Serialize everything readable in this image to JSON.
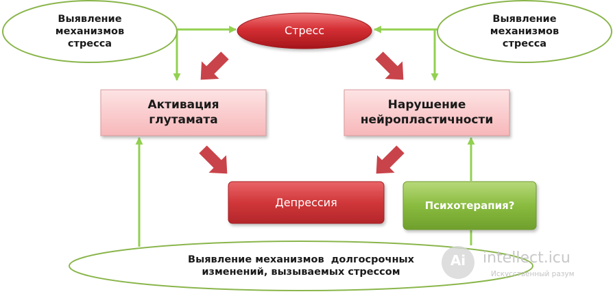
{
  "nodes": {
    "stress": "Стресс",
    "glutamate": [
      "Активация",
      "глутамата"
    ],
    "neuro": [
      "Нарушение",
      "нейропластичности"
    ],
    "depression": "Депрессия",
    "psycho": "Психотерапия?",
    "oval_left": [
      "Выявление",
      "механизмов",
      "стресса"
    ],
    "oval_right": [
      "Выявление",
      "механизмов",
      "стресса"
    ],
    "oval_bottom": [
      "Выявление механизмов  долгосрочных",
      "изменений, вызываемых стрессом"
    ]
  },
  "watermark": {
    "logo": "Ai",
    "name": "intellect.icu",
    "tagline": "Искусственный разум"
  },
  "colors": {
    "stress_fill": "#c8242b",
    "red_box": "#d23a3c",
    "pink_box": "#fdd5d6",
    "green_box": "#86b93c",
    "green_arrow": "#92d050",
    "red_arrow": "#c9434a",
    "oval_stroke": "#89b54a"
  }
}
